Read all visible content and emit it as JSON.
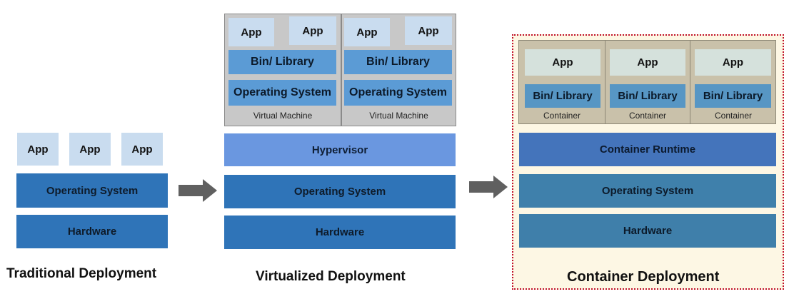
{
  "traditional": {
    "apps": [
      "App",
      "App",
      "App"
    ],
    "os": "Operating System",
    "hardware": "Hardware",
    "title": "Traditional Deployment"
  },
  "virtualized": {
    "vms": [
      {
        "apps": [
          "App",
          "App"
        ],
        "bin": "Bin/ Library",
        "os": "Operating System",
        "caption": "Virtual Machine"
      },
      {
        "apps": [
          "App",
          "App"
        ],
        "bin": "Bin/ Library",
        "os": "Operating System",
        "caption": "Virtual Machine"
      }
    ],
    "hypervisor": "Hypervisor",
    "os": "Operating System",
    "hardware": "Hardware",
    "title": "Virtualized Deployment"
  },
  "container": {
    "containers": [
      {
        "app": "App",
        "bin": "Bin/ Library",
        "caption": "Container"
      },
      {
        "app": "App",
        "bin": "Bin/ Library",
        "caption": "Container"
      },
      {
        "app": "App",
        "bin": "Bin/ Library",
        "caption": "Container"
      }
    ],
    "runtime": "Container Runtime",
    "os": "Operating System",
    "hardware": "Hardware",
    "title": "Container Deployment"
  },
  "colors": {
    "app": "#c9dcef",
    "os_dark": "#2f74b8",
    "vm_panel": "#c8c8c8",
    "container_panel": "#c9c1aa",
    "container_background": "#fdf7e4",
    "dotted_border": "#c0102a",
    "arrow": "#606060"
  }
}
